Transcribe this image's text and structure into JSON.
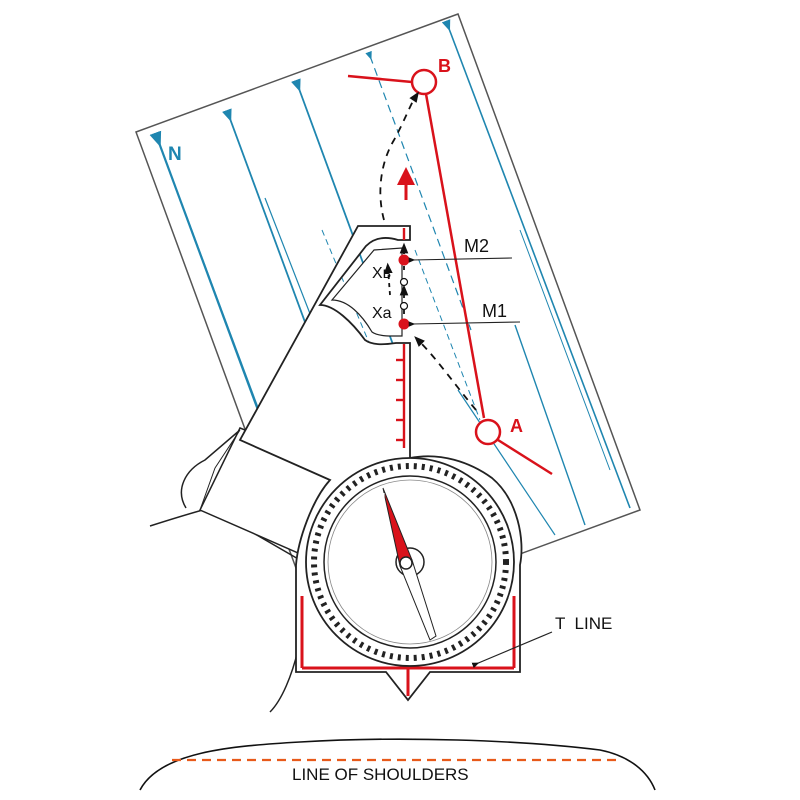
{
  "labels": {
    "north": "N",
    "point_a": "A",
    "point_b": "B",
    "marker_m1": "M1",
    "marker_m2": "M2",
    "point_xa": "Xa",
    "point_xb": "Xʙ",
    "needle_n": "N",
    "t_line": "T  LINE",
    "shoulders": "LINE OF SHOULDERS"
  },
  "colors": {
    "route_red": "#d9121b",
    "meridian_blue": "#1f86b0",
    "outline": "#222222",
    "shoulder_dash": "#e85a1a"
  }
}
